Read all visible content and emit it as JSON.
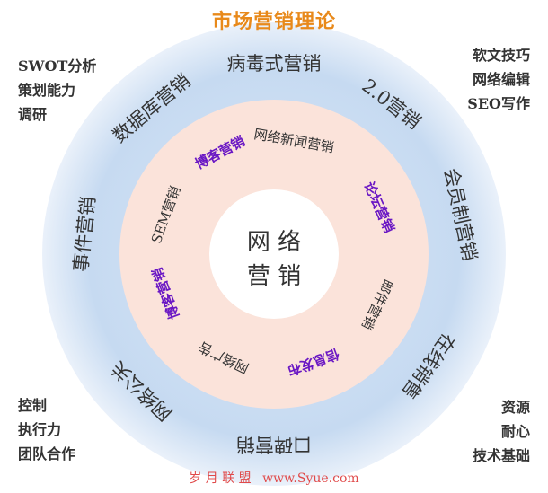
{
  "title": "市场营销理论",
  "center": {
    "line1": "网 络",
    "line2": "营 销"
  },
  "outer_ring": [
    {
      "text": "病毒式营销",
      "angle": 0
    },
    {
      "text": "2.0营销",
      "angle": 38
    },
    {
      "text": "会员制营销",
      "angle": 78
    },
    {
      "text": "在线销售",
      "angle": 126
    },
    {
      "text": "口碑营销",
      "angle": 180
    },
    {
      "text": "网络公关",
      "angle": 224
    },
    {
      "text": "事件营销",
      "angle": 276
    },
    {
      "text": "数据库营销",
      "angle": 320
    }
  ],
  "inner_ring": [
    {
      "text": "网络新闻营销",
      "angle": 10,
      "highlight": false
    },
    {
      "text": "论坛营销",
      "angle": 66,
      "highlight": true
    },
    {
      "text": "邮件营销",
      "angle": 116,
      "highlight": false
    },
    {
      "text": "信息发布",
      "angle": 160,
      "highlight": true
    },
    {
      "text": "网络广告",
      "angle": 206,
      "highlight": false
    },
    {
      "text": "博客营销",
      "angle": 250,
      "highlight": true
    },
    {
      "text": "SEM营销",
      "angle": 290,
      "highlight": false
    },
    {
      "text": "博客营销",
      "angle": 332,
      "highlight": true
    }
  ],
  "corners": {
    "top_left": [
      "SWOT分析",
      "策划能力",
      "调研"
    ],
    "top_right": [
      "软文技巧",
      "网络编辑",
      "SEO写作"
    ],
    "bottom_left": [
      "控制",
      "执行力",
      "团队合作"
    ],
    "bottom_right": [
      "资源",
      "耐心",
      "技术基础"
    ]
  },
  "footer": {
    "brand": "岁 月 联 盟",
    "url": "www.Syue.com"
  },
  "colors": {
    "outer_ring": "#c9dcf2",
    "inner_ring": "#fbe3da",
    "center": "#ffffff",
    "title": "#e8891a",
    "text": "#333333",
    "highlight": "#6a17c4",
    "footer": "#e04a4a"
  }
}
